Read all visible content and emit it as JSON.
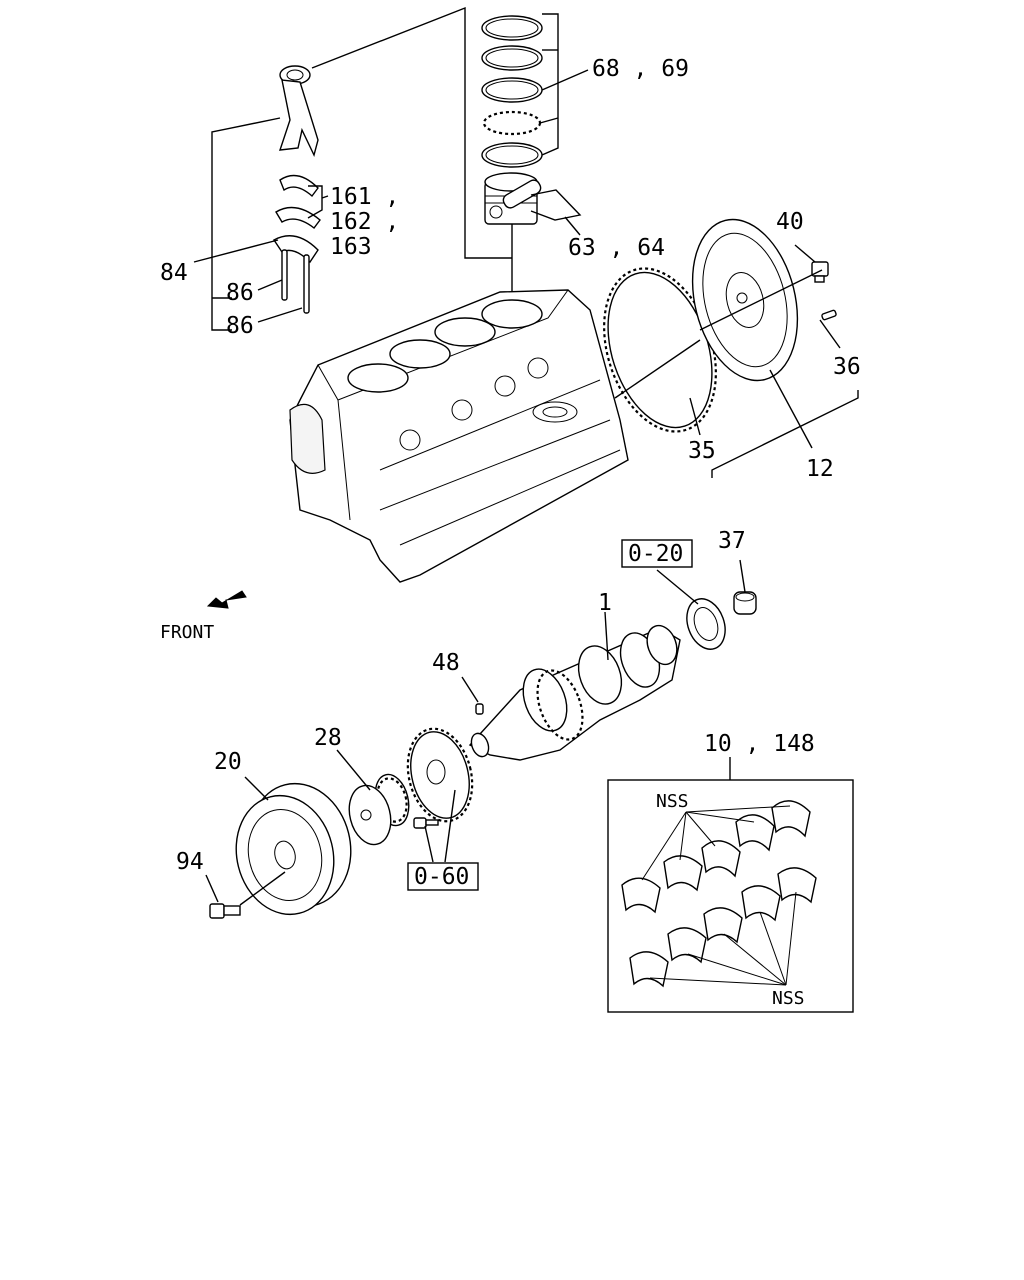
{
  "callouts": {
    "piston_rings": "68 , 69",
    "bearing_1": "161 ,",
    "bearing_2": "162 ,",
    "bearing_3": "163",
    "rod_cap": "84",
    "rod_bolt_a": "86",
    "rod_bolt_b": "86",
    "piston_pin": "63 , 64",
    "flywheel_bolt": "40",
    "dowel": "36",
    "ring_gear": "35",
    "flywheel": "12",
    "oil_seal_rear": "0-20",
    "pilot_bearing": "37",
    "crankshaft": "1",
    "key": "48",
    "timing_pulley": "28",
    "crank_pulley": "20",
    "pulley_bolt": "94",
    "sensor_plate": "0-60",
    "main_bearing_set": "10 , 148",
    "nss_top": "NSS",
    "nss_bottom": "NSS"
  },
  "direction": {
    "label": "FRONT"
  }
}
